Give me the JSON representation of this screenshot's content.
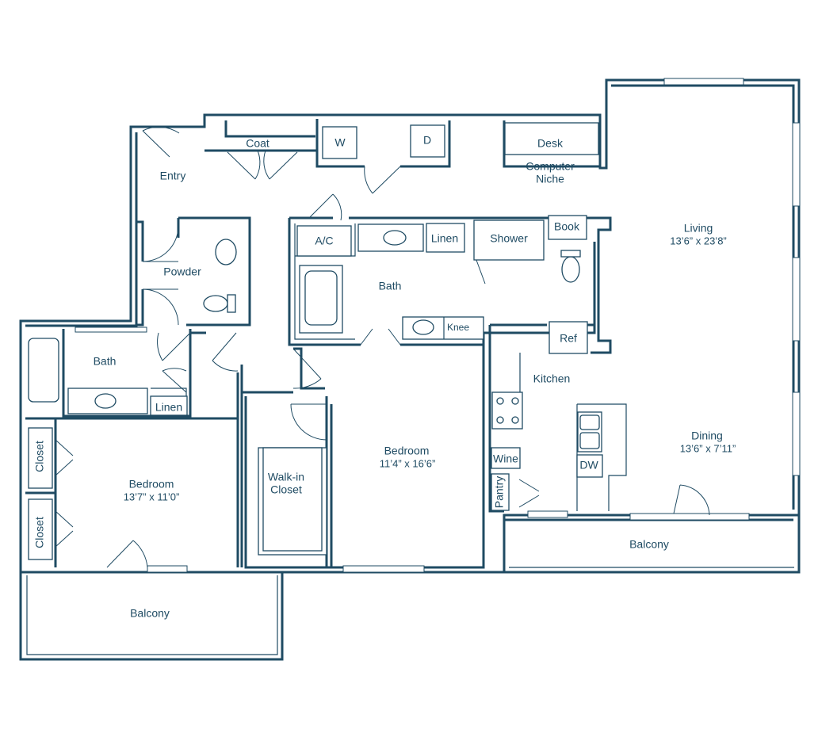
{
  "rooms": {
    "coat": "Coat",
    "washer": "W",
    "dryer": "D",
    "desk": "Desk",
    "computer_niche_1": "Computer",
    "computer_niche_2": "Niche",
    "entry": "Entry",
    "living": "Living",
    "living_dim": "13’6” x 23’8”",
    "ac": "A/C",
    "linen_bath": "Linen",
    "shower": "Shower",
    "book": "Book",
    "powder": "Powder",
    "bath_center": "Bath",
    "knee": "Knee",
    "ref": "Ref",
    "bath_left": "Bath",
    "kitchen": "Kitchen",
    "linen_left": "Linen",
    "dining": "Dining",
    "dining_dim": "13’6” x 7’11”",
    "bedroom_center": "Bedroom",
    "bedroom_center_dim": "11’4” x 16’6”",
    "wine": "Wine",
    "dw": "DW",
    "closet_1": "Closet",
    "closet_2": "Closet",
    "walkin_1": "Walk-in",
    "walkin_2": "Closet",
    "bedroom_left": "Bedroom",
    "bedroom_left_dim": "13’7” x 11’0”",
    "pantry": "Pantry",
    "balcony_right": "Balcony",
    "balcony_left": "Balcony"
  },
  "colors": {
    "line": "#1f4b63",
    "background": "#ffffff"
  }
}
